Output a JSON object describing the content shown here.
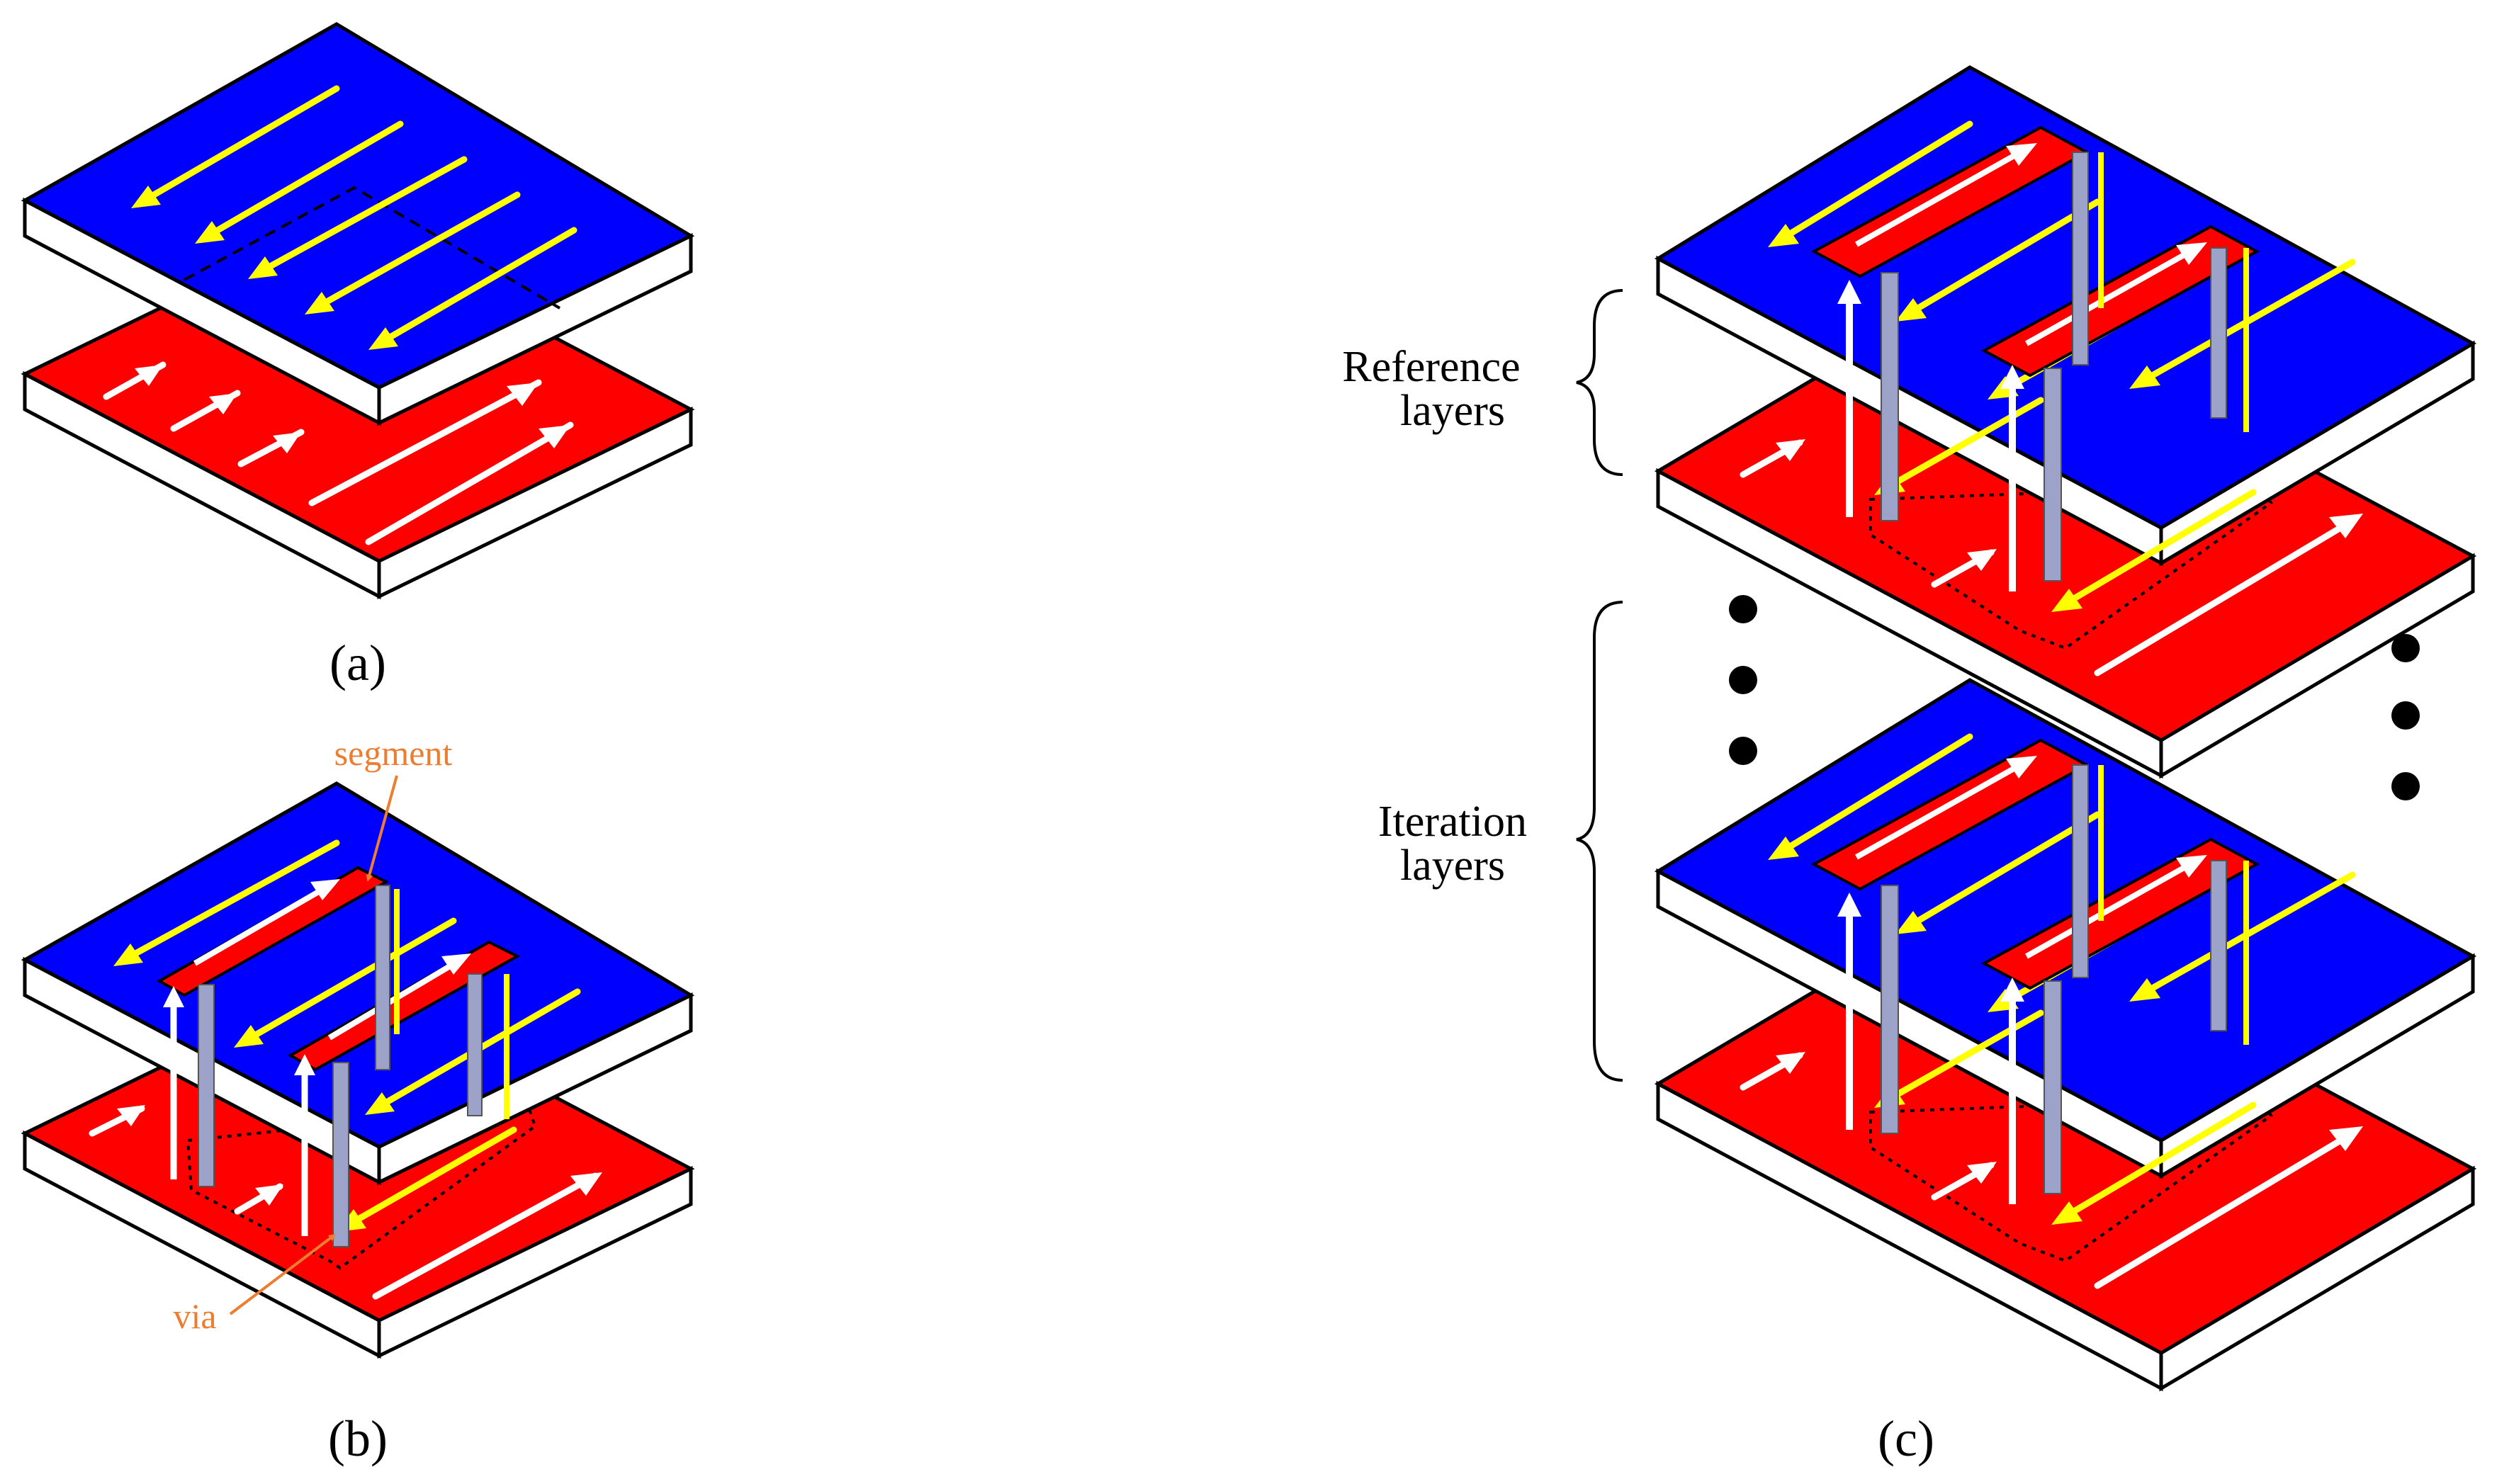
{
  "colors": {
    "top_plane": "#0000FF",
    "bottom_plane": "#FF0000",
    "plate_edge": "#FFFFFF",
    "outline": "#000000",
    "top_current_arrow": "#FFFF00",
    "bottom_current_arrow": "#FFFFFF",
    "annotation": "#ED7D31",
    "via": "#9DA3C8"
  },
  "panels": {
    "a": {
      "caption": "(a)"
    },
    "b": {
      "caption": "(b)",
      "segment_label": "segment",
      "via_label": "via"
    },
    "c": {
      "caption": "(c)",
      "reference_label_1": "Reference",
      "reference_label_2": "layers",
      "iteration_label_1": "Iteration",
      "iteration_label_2": "layers"
    }
  }
}
